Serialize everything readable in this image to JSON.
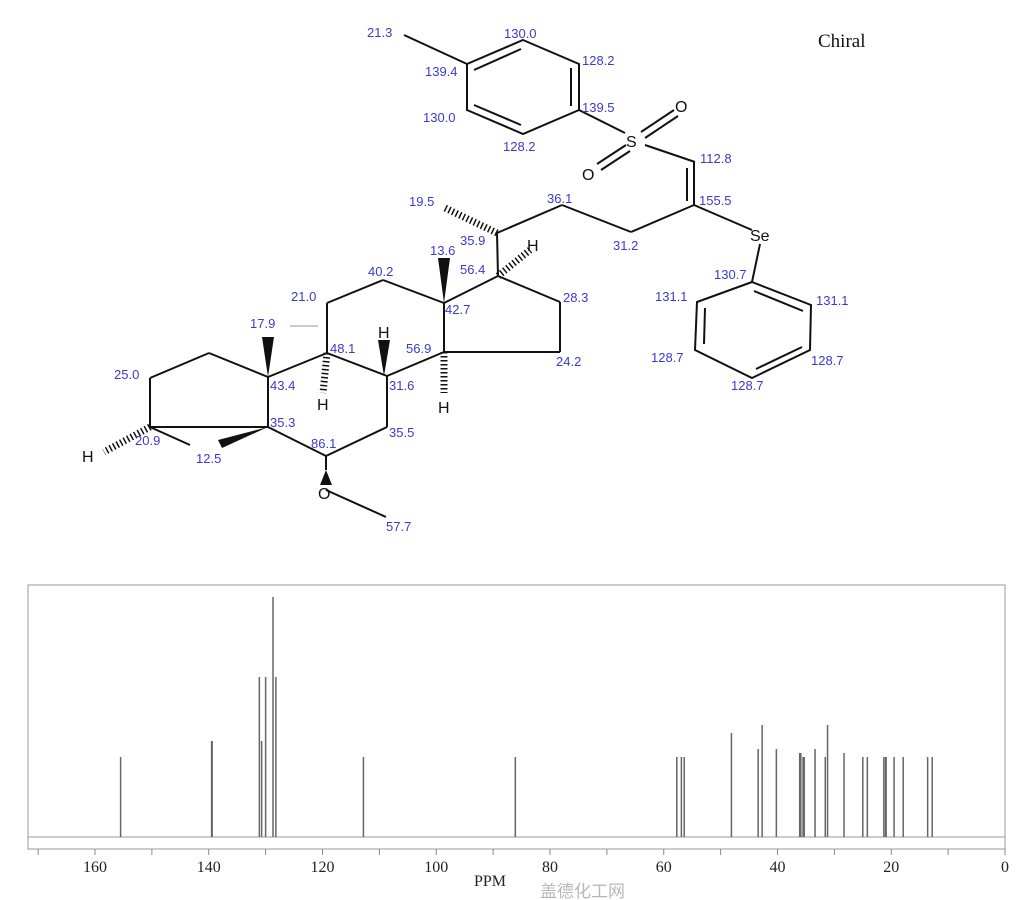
{
  "structure": {
    "chiral_label": "Chiral",
    "atoms": {
      "S": "S",
      "O": "O",
      "Se": "Se",
      "H": "H"
    },
    "shift_labels": [
      "21.3",
      "130.0",
      "128.2",
      "139.4",
      "139.5",
      "130.0",
      "128.2",
      "112.8",
      "155.5",
      "36.1",
      "19.5",
      "35.9",
      "31.2",
      "13.6",
      "56.4",
      "40.2",
      "21.0",
      "42.7",
      "28.3",
      "17.9",
      "48.1",
      "56.9",
      "24.2",
      "25.0",
      "43.4",
      "31.6",
      "35.3",
      "35.5",
      "20.9",
      "12.5",
      "86.1",
      "57.7",
      "130.7",
      "131.1",
      "131.1",
      "128.7",
      "128.7",
      "128.7"
    ]
  },
  "chart_data": {
    "type": "bar",
    "title": "",
    "xlabel": "PPM",
    "ylabel": "",
    "xlim": [
      170,
      0
    ],
    "x_ticks": [
      160,
      140,
      120,
      100,
      80,
      60,
      40,
      20,
      0
    ],
    "grid": false,
    "peaks": [
      {
        "ppm": 155.5,
        "intensity": 1.0
      },
      {
        "ppm": 139.5,
        "intensity": 1.2
      },
      {
        "ppm": 139.4,
        "intensity": 1.2
      },
      {
        "ppm": 131.1,
        "intensity": 2.0
      },
      {
        "ppm": 130.7,
        "intensity": 1.2
      },
      {
        "ppm": 130.0,
        "intensity": 2.0
      },
      {
        "ppm": 128.7,
        "intensity": 3.0
      },
      {
        "ppm": 128.2,
        "intensity": 2.0
      },
      {
        "ppm": 112.8,
        "intensity": 1.0
      },
      {
        "ppm": 86.1,
        "intensity": 1.0
      },
      {
        "ppm": 57.7,
        "intensity": 1.0
      },
      {
        "ppm": 56.9,
        "intensity": 1.0
      },
      {
        "ppm": 56.4,
        "intensity": 1.0
      },
      {
        "ppm": 48.1,
        "intensity": 1.3
      },
      {
        "ppm": 43.4,
        "intensity": 1.1
      },
      {
        "ppm": 42.7,
        "intensity": 1.4
      },
      {
        "ppm": 40.2,
        "intensity": 1.1
      },
      {
        "ppm": 36.1,
        "intensity": 1.05
      },
      {
        "ppm": 35.9,
        "intensity": 1.05
      },
      {
        "ppm": 35.5,
        "intensity": 1.0
      },
      {
        "ppm": 35.3,
        "intensity": 1.0
      },
      {
        "ppm": 33.4,
        "intensity": 1.1
      },
      {
        "ppm": 31.6,
        "intensity": 1.0
      },
      {
        "ppm": 31.2,
        "intensity": 1.4
      },
      {
        "ppm": 28.3,
        "intensity": 1.05
      },
      {
        "ppm": 25.0,
        "intensity": 1.0
      },
      {
        "ppm": 24.2,
        "intensity": 1.0
      },
      {
        "ppm": 21.3,
        "intensity": 1.0
      },
      {
        "ppm": 21.0,
        "intensity": 1.0
      },
      {
        "ppm": 20.9,
        "intensity": 1.0
      },
      {
        "ppm": 19.5,
        "intensity": 1.0
      },
      {
        "ppm": 17.9,
        "intensity": 1.0
      },
      {
        "ppm": 13.6,
        "intensity": 1.0
      },
      {
        "ppm": 12.8,
        "intensity": 1.0
      }
    ]
  },
  "watermark": "盖德化工网"
}
